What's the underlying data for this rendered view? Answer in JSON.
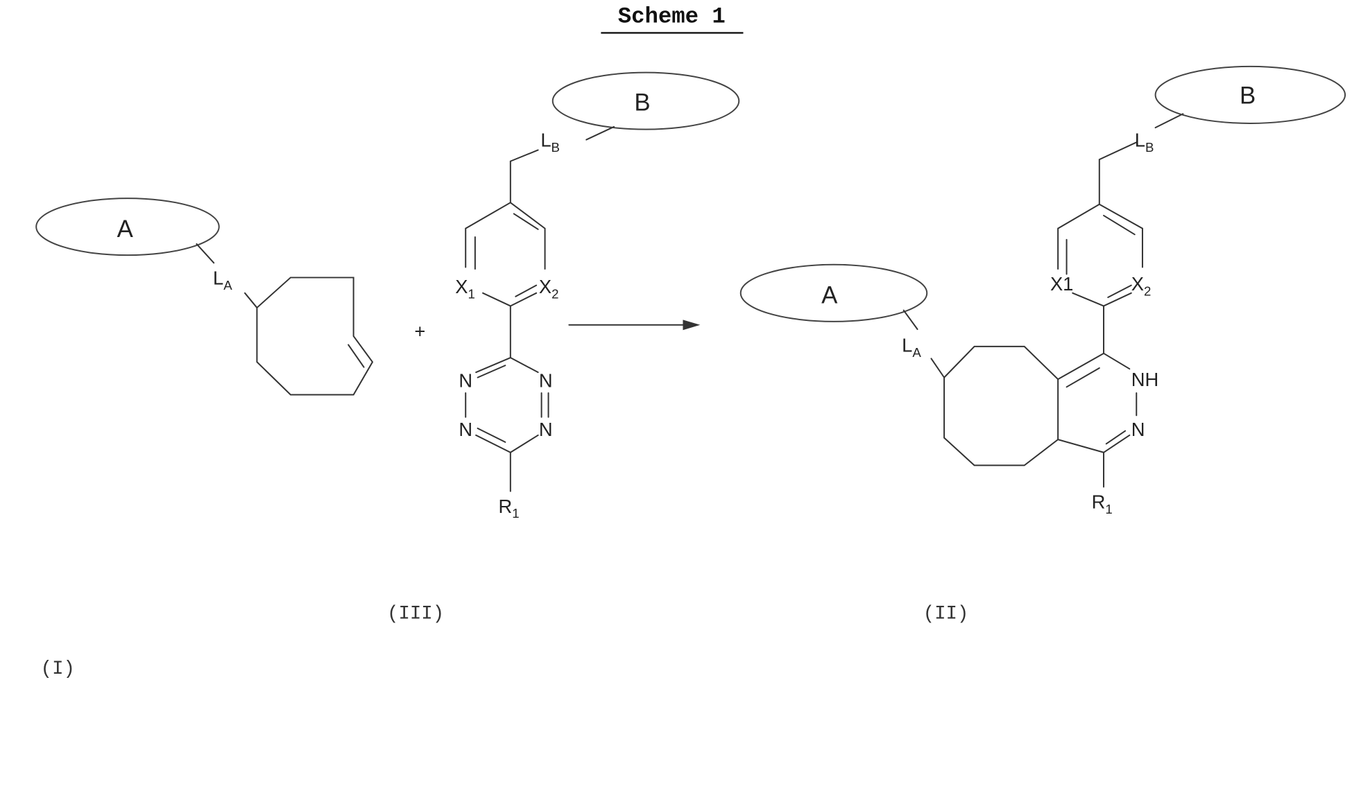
{
  "title": "Scheme 1",
  "reaction": {
    "plus": "+",
    "compounds": [
      {
        "id": "I",
        "label": "(I)",
        "moiety": "A",
        "linker": "L",
        "linker_sub": "A"
      },
      {
        "id": "III",
        "label": "(III)",
        "moiety": "B",
        "linker": "L",
        "linker_sub": "B",
        "x1": "X",
        "x1_sub": "1",
        "x2": "X",
        "x2_sub": "2",
        "n": "N",
        "r1": "R",
        "r1_sub": "1"
      },
      {
        "id": "II",
        "label": "(II)",
        "moiety_a": "A",
        "moiety_b": "B",
        "linker_a": "L",
        "linker_a_sub": "A",
        "linker_b": "L",
        "linker_b_sub": "B",
        "x1": "X1",
        "x2": "X",
        "x2_sub": "2",
        "nh": "NH",
        "n": "N",
        "r1": "R",
        "r1_sub": "1"
      }
    ]
  }
}
